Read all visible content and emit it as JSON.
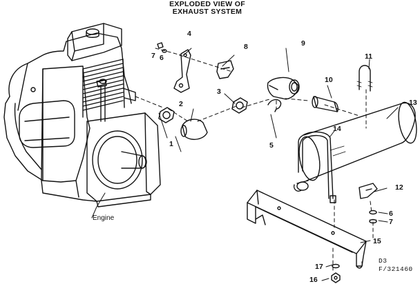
{
  "title": {
    "line1": "EXPLODED VIEW OF",
    "line2": "EXHAUST SYSTEM"
  },
  "callouts": [
    {
      "id": "c1",
      "text": "1"
    },
    {
      "id": "c2",
      "text": "2"
    },
    {
      "id": "c3",
      "text": "3"
    },
    {
      "id": "c4",
      "text": "4"
    },
    {
      "id": "c5",
      "text": "5"
    },
    {
      "id": "c6a",
      "text": "6"
    },
    {
      "id": "c7a",
      "text": "7"
    },
    {
      "id": "c8",
      "text": "8"
    },
    {
      "id": "c9",
      "text": "9"
    },
    {
      "id": "c10",
      "text": "10"
    },
    {
      "id": "c11",
      "text": "11"
    },
    {
      "id": "c12",
      "text": "12"
    },
    {
      "id": "c13",
      "text": "13"
    },
    {
      "id": "c14",
      "text": "14"
    },
    {
      "id": "c15",
      "text": "15"
    },
    {
      "id": "c6b",
      "text": "6"
    },
    {
      "id": "c7b",
      "text": "7"
    },
    {
      "id": "c16",
      "text": "16"
    },
    {
      "id": "c17",
      "text": "17"
    }
  ],
  "engine_label": "Engine",
  "code_line1": "D3",
  "code_line2": "F/321460"
}
